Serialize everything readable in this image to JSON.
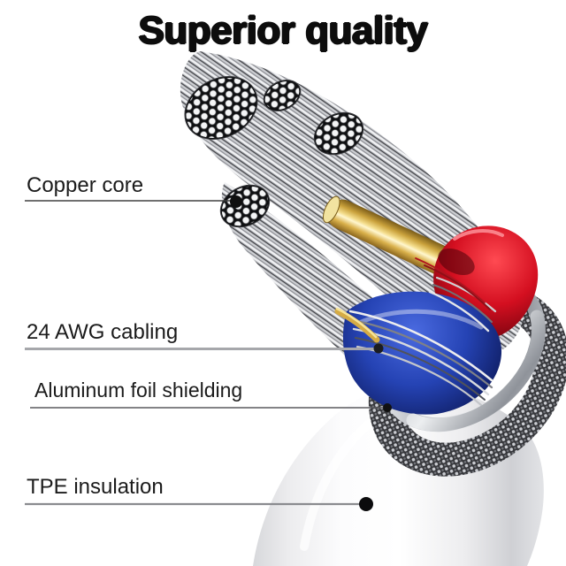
{
  "title": "Superior quality",
  "annotations": [
    {
      "label": "Copper core",
      "target": "copper-strand-bundle"
    },
    {
      "label": "24 AWG cabling",
      "target": "blue-inner-cabling"
    },
    {
      "label": "Aluminum foil shielding",
      "target": "foil-shield-edge"
    },
    {
      "label": "TPE insulation",
      "target": "white-outer-jacket"
    }
  ],
  "illustration": {
    "subject": "exploded-cable-end-cutaway",
    "parts": [
      "copper-strand-bundles",
      "gold-plated-pin",
      "red-wire-insulation",
      "blue-inner-jacket",
      "aluminum-foil-ring",
      "braided-shield",
      "tpe-white-jacket"
    ],
    "colors": {
      "background": "#ffffff",
      "text": "#1b1b1b",
      "strand_silver": "#cdcfd3",
      "gold_pin": "#d9b14b",
      "red_wire": "#d40f20",
      "blue_wrap": "#2543b4",
      "aluminum_foil": "#c4c7cc",
      "braid_shield": "#35363a",
      "tpe_jacket": "#f4f4f6"
    }
  }
}
